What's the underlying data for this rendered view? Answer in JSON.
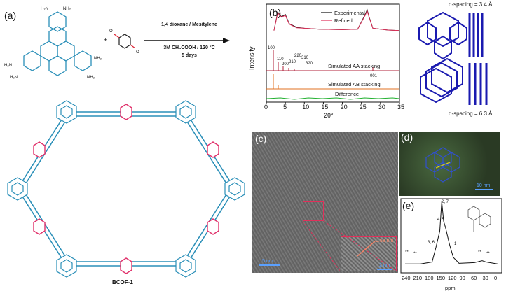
{
  "panels": {
    "a": {
      "label": "(a)",
      "product_name": "BCOF-1",
      "conditions": [
        "1,4 dioxane / Mesitylene",
        "3M CH₃COOH / 120 °C",
        "5 days"
      ],
      "plus": "+"
    },
    "b": {
      "label": "(b)"
    },
    "c": {
      "label": "(c)",
      "scale_main": "5 nm",
      "scale_inset": "2 nm",
      "inset_measure": "0.53 nm"
    },
    "d": {
      "label": "(d)",
      "scale": "10 nm"
    },
    "e": {
      "label": "(e)"
    }
  },
  "structures_right": {
    "top_spacing": "d-spacing = 3.4 Å",
    "bottom_spacing": "d-spacing = 6.3 Å"
  },
  "chart_data": [
    {
      "type": "line",
      "xlabel": "2θ°",
      "ylabel": "Intensity",
      "xlim": [
        0,
        35
      ],
      "xticks": [
        "0",
        "5",
        "10",
        "15",
        "20",
        "25",
        "30",
        "35"
      ],
      "legend": [
        "Experimental",
        "Refined"
      ],
      "legend_colors": {
        "Experimental": "#111111",
        "Refined": "#e0305a"
      },
      "annotations": [
        "Simulated AA stacking",
        "Simulated AB stacking",
        "Difference"
      ],
      "peak_labels": [
        "100",
        "110",
        "200",
        "210",
        "220",
        "310",
        "320",
        "001"
      ],
      "series": [
        {
          "name": "Experimental",
          "x": [
            2,
            3,
            4,
            5,
            6,
            8,
            10,
            14,
            20,
            24,
            26,
            26.5,
            27,
            28,
            32,
            35
          ],
          "y": [
            0.55,
            0.95,
            0.85,
            0.9,
            0.7,
            0.62,
            0.6,
            0.58,
            0.57,
            0.58,
            0.9,
            1.0,
            0.85,
            0.6,
            0.56,
            0.55
          ]
        },
        {
          "name": "Refined",
          "x": [
            2,
            3,
            4,
            5,
            6,
            8,
            10,
            14,
            20,
            24,
            26,
            26.5,
            27,
            28,
            32,
            35
          ],
          "y": [
            0.55,
            0.93,
            0.84,
            0.88,
            0.69,
            0.61,
            0.6,
            0.58,
            0.57,
            0.58,
            0.88,
            0.98,
            0.84,
            0.6,
            0.56,
            0.55
          ]
        }
      ]
    },
    {
      "type": "line",
      "xlabel": "ppm",
      "xticks": [
        "240",
        "210",
        "180",
        "150",
        "120",
        "90",
        "60",
        "30",
        "0"
      ],
      "peak_labels": [
        "2, 7",
        "4, 5",
        "3, 6",
        "1"
      ],
      "spinning_sideband_marker": "**",
      "series": [
        {
          "name": "spectrum",
          "x": [
            240,
            200,
            170,
            160,
            150,
            145,
            140,
            135,
            125,
            115,
            100,
            60,
            40,
            30,
            0
          ],
          "y": [
            0.05,
            0.05,
            0.08,
            0.3,
            0.55,
            1.0,
            0.7,
            0.6,
            0.35,
            0.15,
            0.06,
            0.07,
            0.1,
            0.08,
            0.05
          ]
        }
      ]
    }
  ]
}
